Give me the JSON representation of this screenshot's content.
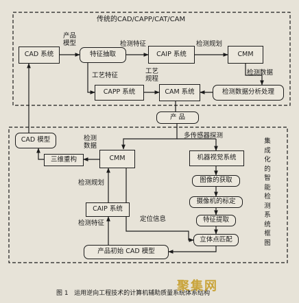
{
  "top_section": {
    "title": "传统的CAD/CAPP/CAT/CAM",
    "boxes": {
      "cad_system": "CAD 系统",
      "feature_extract": "特征抽取",
      "caip_system": "CAIP 系统",
      "cmm": "CMM",
      "capp_system": "CAPP 系统",
      "cam_system": "CAM 系统",
      "inspection_analysis": "检测数据分析处理"
    },
    "labels": {
      "product_model": "产品\n模型",
      "inspection_feature": "检测特征",
      "inspection_plan": "检测规划",
      "process_feature": "工艺特征",
      "process_plan": "工艺\n规程",
      "inspection_data": "检测数据"
    }
  },
  "middle": {
    "product": "产    品"
  },
  "bottom_section": {
    "side_title": "集成化的智能检测系统框图",
    "boxes": {
      "cad_model": "CAD 模型",
      "reconstruction_3d": "三维重构",
      "cmm": "CMM",
      "machine_vision": "机器视觉系统",
      "image_acquire": "图像的获取",
      "camera_calib": "摄像机的标定",
      "feature_extract": "特征提取",
      "stereo_match": "立体点匹配",
      "caip_system": "CAIP 系统",
      "initial_cad": "产品初始 CAD 模型"
    },
    "labels": {
      "multi_sensor": "多传感器探测",
      "inspection_data": "检测\n数据",
      "inspection_plan": "检测规划",
      "position_info": "定位信息",
      "inspection_feature": "检测特征"
    }
  },
  "caption": "图 1   运用逆向工程技术的计算机辅助质量系统体系结构",
  "watermark": "聚集网"
}
